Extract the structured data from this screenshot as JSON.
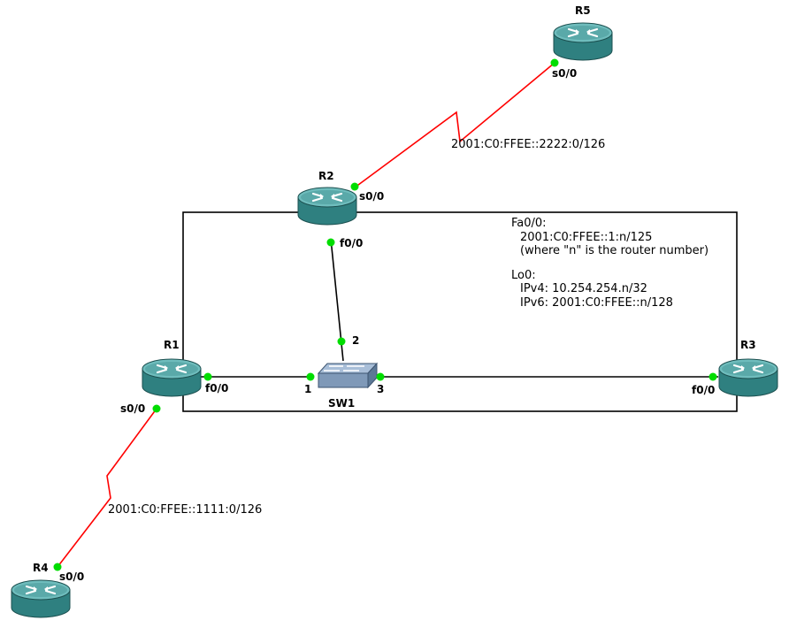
{
  "colors": {
    "ethernet_link": "#000000",
    "serial_link": "#ff0000",
    "port_up": "#00dd00",
    "router_body": "#2f8080",
    "router_top": "#6fbdbd",
    "switch_body": "#7f99b8"
  },
  "devices": {
    "R1": {
      "label": "R1",
      "icon": "router-icon"
    },
    "R2": {
      "label": "R2",
      "icon": "router-icon"
    },
    "R3": {
      "label": "R3",
      "icon": "router-icon"
    },
    "R4": {
      "label": "R4",
      "icon": "router-icon"
    },
    "R5": {
      "label": "R5",
      "icon": "router-icon"
    },
    "SW1": {
      "label": "SW1",
      "icon": "switch-icon"
    }
  },
  "ports": {
    "r1_f00": "f0/0",
    "r1_s00": "s0/0",
    "r2_f00": "f0/0",
    "r2_s00": "s0/0",
    "r3_f00": "f0/0",
    "r4_s00": "s0/0",
    "r5_s00": "s0/0",
    "sw1_p1": "1",
    "sw1_p2": "2",
    "sw1_p3": "3"
  },
  "links": {
    "r2_r5_subnet": "2001:C0:FFEE::2222:0/126",
    "r1_r4_subnet": "2001:C0:FFEE::1111:0/126"
  },
  "notes": {
    "fa_heading": "Fa0/0:",
    "fa_line1": "2001:C0:FFEE::1:n/125",
    "fa_line2": "(where \"n\" is the router number)",
    "lo_heading": "Lo0:",
    "lo_line1": "IPv4: 10.254.254.n/32",
    "lo_line2": "IPv6: 2001:C0:FFEE::n/128"
  }
}
